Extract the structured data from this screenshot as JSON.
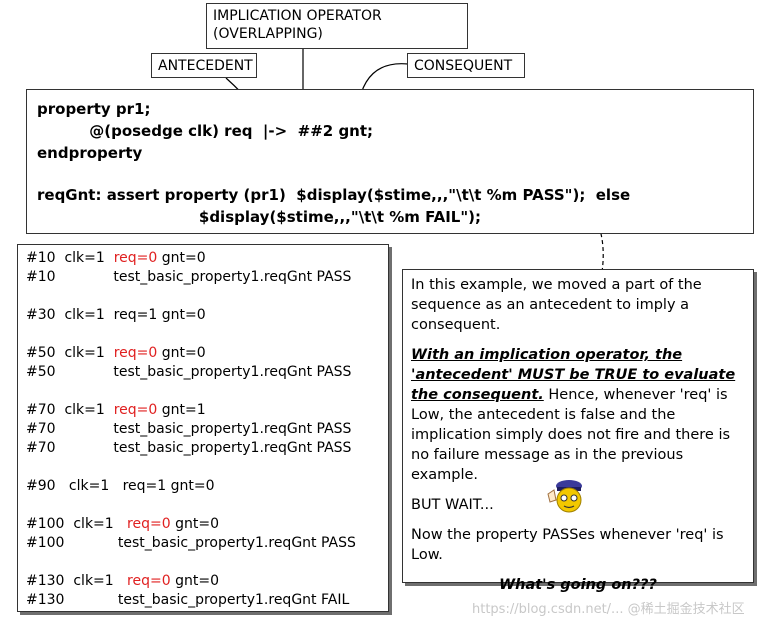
{
  "labels": {
    "implication_line1": "IMPLICATION OPERATOR",
    "implication_line2": "(OVERLAPPING)",
    "antecedent": "ANTECEDENT",
    "consequent": "CONSEQUENT"
  },
  "code": {
    "line1": "property pr1;",
    "line2": "          @(posedge clk) req  |->  ##2 gnt;",
    "line3": "endproperty",
    "line4": "reqGnt: assert property (pr1)  $display($stime,,,\"\\t\\t %m PASS\");  else",
    "line5": "                               $display($stime,,,\"\\t\\t %m FAIL\");"
  },
  "log": [
    {
      "pre": "#10  clk=1  ",
      "red": "req=0",
      "post": " gnt=0"
    },
    {
      "pre": "#10             test_basic_property1.reqGnt PASS",
      "red": "",
      "post": ""
    },
    {
      "pre": "",
      "red": "",
      "post": ""
    },
    {
      "pre": "#30  clk=1  req=1 gnt=0",
      "red": "",
      "post": ""
    },
    {
      "pre": "",
      "red": "",
      "post": ""
    },
    {
      "pre": "#50  clk=1  ",
      "red": "req=0",
      "post": " gnt=0"
    },
    {
      "pre": "#50             test_basic_property1.reqGnt PASS",
      "red": "",
      "post": ""
    },
    {
      "pre": "",
      "red": "",
      "post": ""
    },
    {
      "pre": "#70  clk=1  ",
      "red": "req=0",
      "post": " gnt=1"
    },
    {
      "pre": "#70             test_basic_property1.reqGnt PASS",
      "red": "",
      "post": ""
    },
    {
      "pre": "#70             test_basic_property1.reqGnt PASS",
      "red": "",
      "post": ""
    },
    {
      "pre": "",
      "red": "",
      "post": ""
    },
    {
      "pre": "#90   clk=1   req=1 gnt=0",
      "red": "",
      "post": ""
    },
    {
      "pre": "",
      "red": "",
      "post": ""
    },
    {
      "pre": "#100  clk=1   ",
      "red": "req=0",
      "post": " gnt=0"
    },
    {
      "pre": "#100            test_basic_property1.reqGnt PASS",
      "red": "",
      "post": ""
    },
    {
      "pre": "",
      "red": "",
      "post": ""
    },
    {
      "pre": "#130  clk=1   ",
      "red": "req=0",
      "post": " gnt=0"
    },
    {
      "pre": "#130            test_basic_property1.reqGnt FAIL",
      "red": "",
      "post": ""
    }
  ],
  "note": {
    "p1": "In this example, we moved a part of the sequence as an antecedent to imply a consequent.",
    "p2_em": "With an implication operator, the 'antecedent' MUST be TRUE to evaluate the consequent.",
    "p2_rest": " Hence, whenever 'req' is Low, the antecedent is false and the implication simply does not fire and there is no failure message as in the previous example.",
    "p3": "BUT WAIT...",
    "p4": "Now the property PASSes whenever 'req' is Low.",
    "p5": "What's going on???"
  },
  "watermark": "https://blog.csdn.net/...  @稀土掘金技术社区",
  "icons": {
    "cop": "police-cartoon-icon"
  }
}
